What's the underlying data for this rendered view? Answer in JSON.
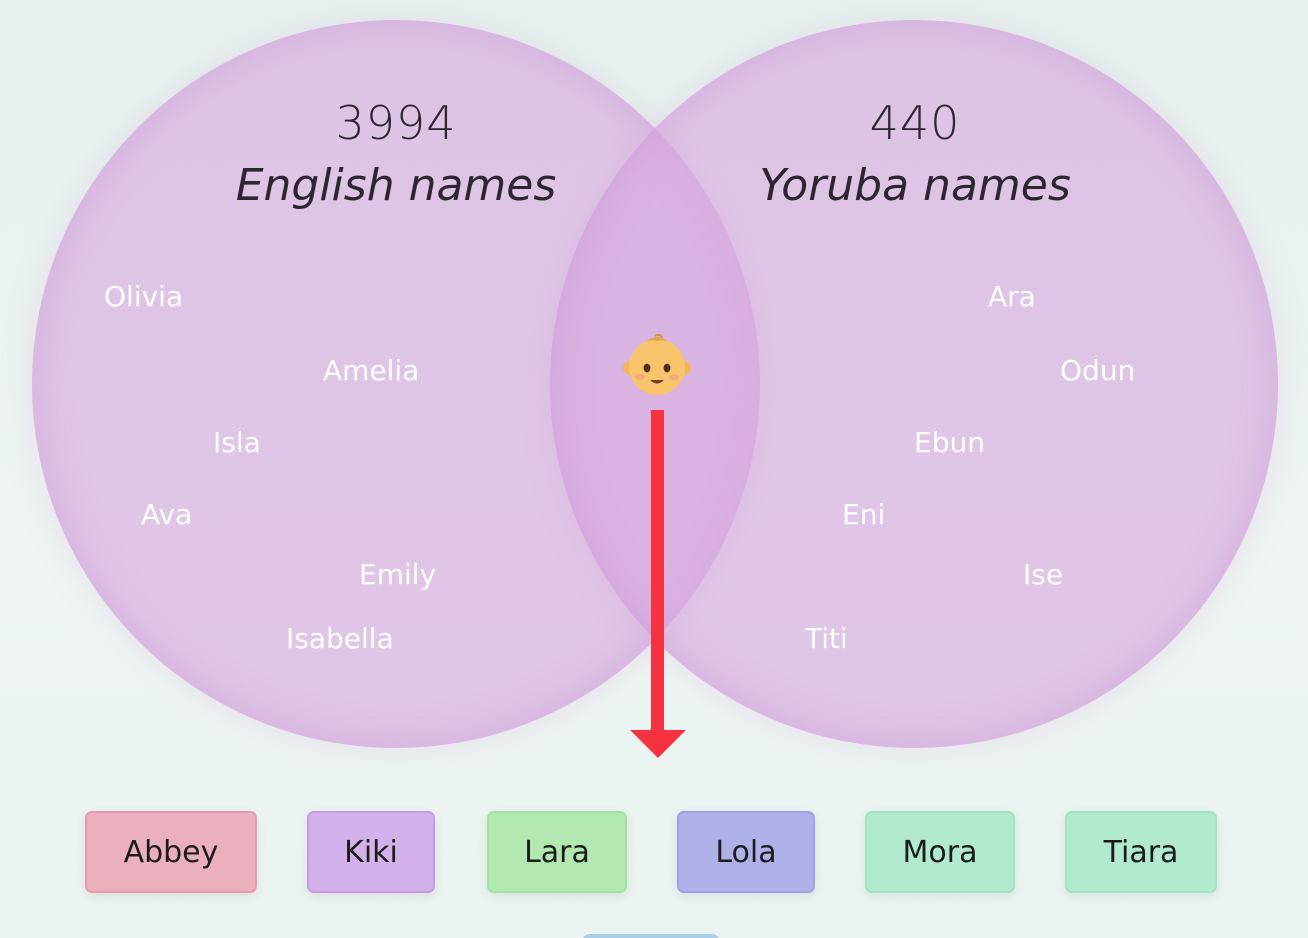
{
  "diagram": {
    "left_set": {
      "count": "3994",
      "label": "English names",
      "names": [
        "Olivia",
        "Amelia",
        "Isla",
        "Ava",
        "Emily",
        "Isabella"
      ]
    },
    "right_set": {
      "count": "440",
      "label": "Yoruba names",
      "names": [
        "Ara",
        "Odun",
        "Ebun",
        "Eni",
        "Ise",
        "Titi"
      ]
    },
    "intersection_icon": "baby-face-icon",
    "arrow_color": "#f5323f"
  },
  "results": [
    {
      "label": "Abbey",
      "color": "#ebb0be",
      "border": "#e79aab"
    },
    {
      "label": "Kiki",
      "color": "#d3b1ea",
      "border": "#c79ae6"
    },
    {
      "label": "Lara",
      "color": "#b1e9b1",
      "border": "#9fe3a0"
    },
    {
      "label": "Lola",
      "color": "#b1b1ea",
      "border": "#9f9fe6"
    },
    {
      "label": "Mora",
      "color": "#b1eacf",
      "border": "#9de4c3"
    },
    {
      "label": "Tiara",
      "color": "#b1eacf",
      "border": "#9de4c3"
    }
  ]
}
